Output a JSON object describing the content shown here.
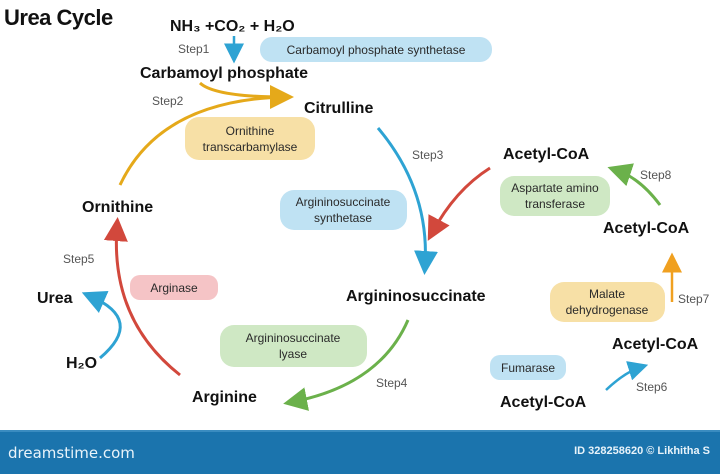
{
  "title": "Urea Cycle",
  "colors": {
    "blue": "#2ea3d3",
    "yellow": "#e5a91a",
    "red": "#d2483c",
    "green": "#6bb14b",
    "orange": "#f0a020",
    "footer": "#1b74ad"
  },
  "molecules": {
    "reactants": "NH₃ +CO₂ + H₂O",
    "carbamoyl": "Carbamoyl phosphate",
    "citrulline": "Citrulline",
    "ornithine": "Ornithine",
    "argininosuccinate": "Argininosuccinate",
    "arginine": "Arginine",
    "urea": "Urea",
    "h2o": "H₂O",
    "acetyl1": "Acetyl-CoA",
    "acetyl2": "Acetyl-CoA",
    "acetyl3": "Acetyl-CoA",
    "acetyl4": "Acetyl-CoA"
  },
  "steps": [
    "Step1",
    "Step2",
    "Step3",
    "Step4",
    "Step5",
    "Step6",
    "Step7",
    "Step8"
  ],
  "enzymes": {
    "cps": "Carbamoyl phosphate synthetase",
    "otc1": "Ornithine",
    "otc2": "transcarbamylase",
    "ass1": "Argininosuccinate",
    "ass2": "synthetase",
    "arginase": "Arginase",
    "asl1": "Argininosuccinate",
    "asl2": "lyase",
    "ast1": "Aspartate amino",
    "ast2": "transferase",
    "mdh1": "Malate",
    "mdh2": "dehydrogenase",
    "fumarase": "Fumarase"
  },
  "footer": {
    "logo": "dreamstime.com",
    "credit": "ID 328258620 © Likhitha S"
  }
}
